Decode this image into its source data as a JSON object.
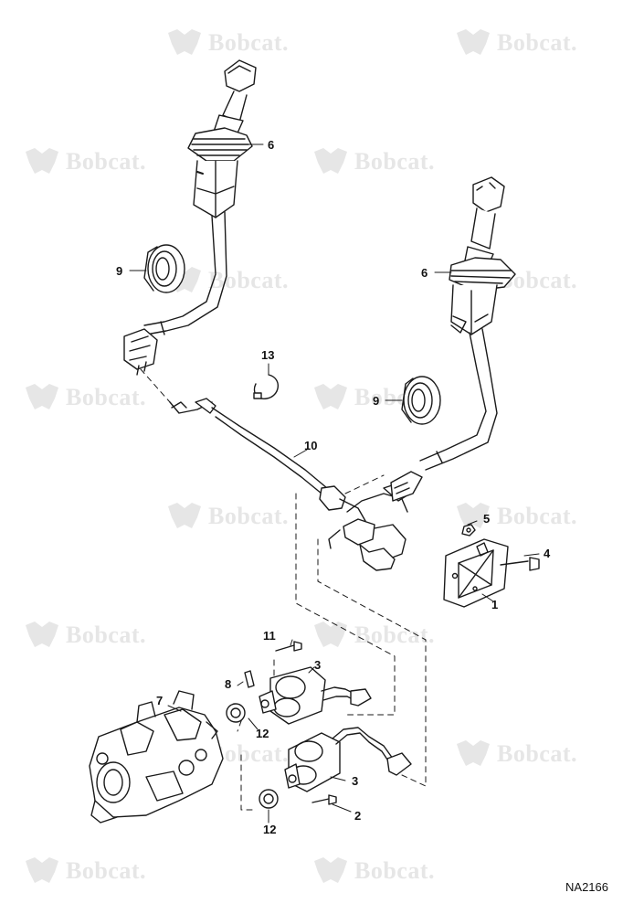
{
  "watermark": {
    "text": "Bobcat."
  },
  "callouts": [
    "6",
    "9",
    "6",
    "13",
    "9",
    "10",
    "5",
    "4",
    "1",
    "11",
    "3",
    "8",
    "7",
    "12",
    "3",
    "2",
    "12"
  ],
  "figure_code": "NA2166"
}
